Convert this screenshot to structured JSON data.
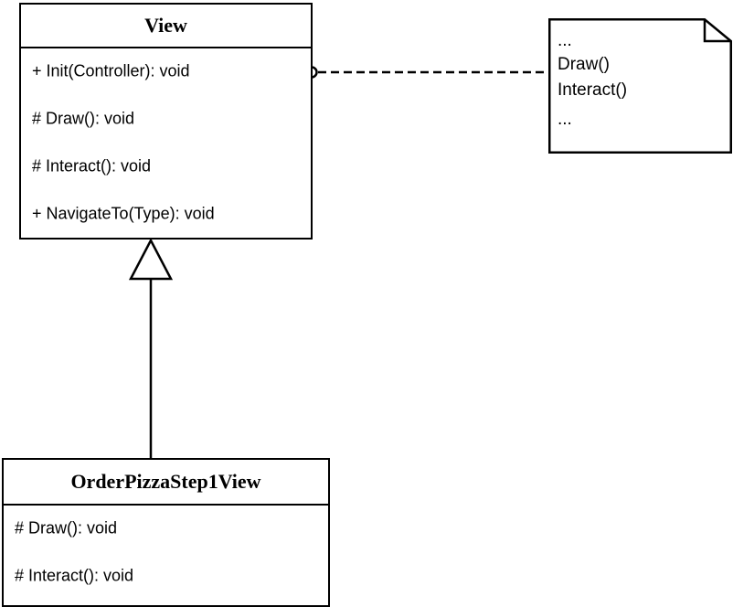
{
  "diagram": {
    "type": "uml-class-diagram",
    "background_color": "#ffffff",
    "line_color": "#000000"
  },
  "classes": [
    {
      "name": "View",
      "title": "View",
      "members": [
        "+ Init(Controller): void",
        "# Draw(): void",
        "# Interact(): void",
        "+ NavigateTo(Type): void"
      ]
    },
    {
      "name": "OrderPizzaStep1View",
      "title": "OrderPizzaStep1View",
      "members": [
        "# Draw(): void",
        "# Interact(): void"
      ]
    }
  ],
  "note": {
    "lines": [
      "...",
      "Draw()",
      "Interact()",
      "..."
    ]
  },
  "relationships": [
    {
      "kind": "generalization",
      "label": "",
      "from": "OrderPizzaStep1View",
      "to": "View",
      "arrow": "hollow-triangle"
    },
    {
      "kind": "note-anchor",
      "label": "",
      "from": "View",
      "to": "note",
      "arrow": "socket-circle",
      "line_style": "dashed"
    }
  ]
}
